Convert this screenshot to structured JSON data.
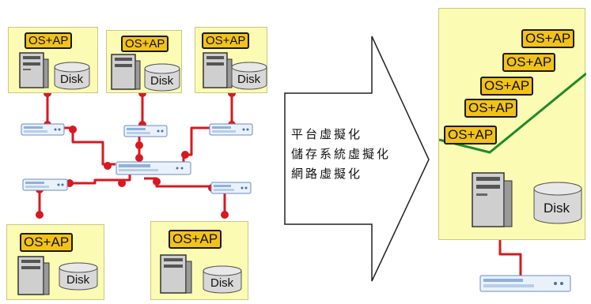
{
  "tags": {
    "left_top_1": "OS+AP",
    "left_top_2": "OS+AP",
    "left_top_3": "OS+AP",
    "left_bottom_1": "OS+AP",
    "left_bottom_2": "OS+AP",
    "right_stack": [
      "OS+AP",
      "OS+AP",
      "OS+AP",
      "OS+AP",
      "OS+AP"
    ]
  },
  "disk_label": "Disk",
  "arrow_lines": [
    "平台虛擬化",
    "儲存系統虛擬化",
    "網路虛擬化"
  ],
  "colors": {
    "box_fill": "#fbfbb4",
    "tag_fill": "#f2c21a",
    "wire": "#d91820",
    "trend_line": "#1f8a2a"
  }
}
